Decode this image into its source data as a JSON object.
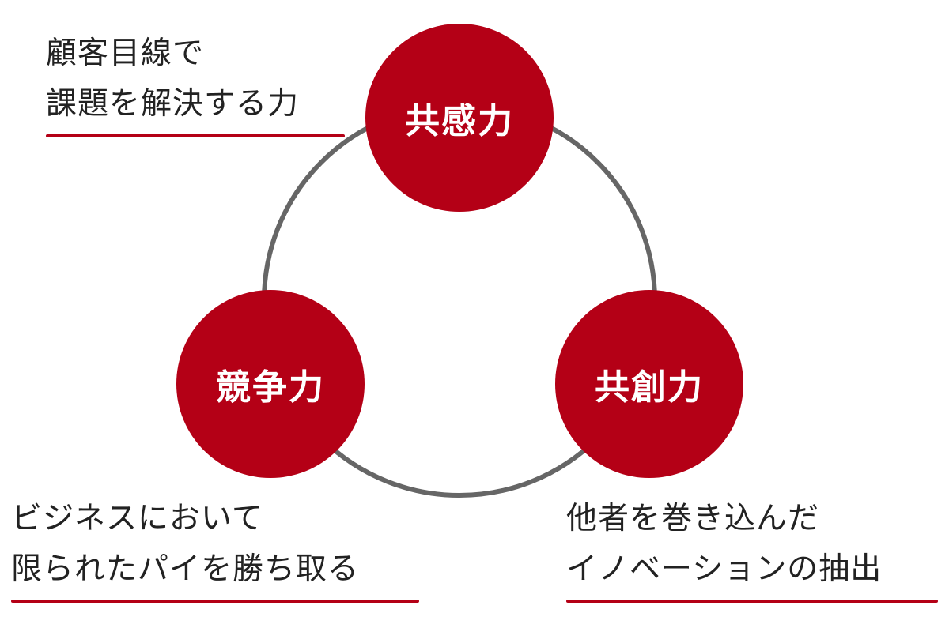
{
  "colors": {
    "accent": "#b40016",
    "ring": "#666666",
    "text": "#222222"
  },
  "nodes": {
    "top": {
      "label": "共感力"
    },
    "left": {
      "label": "競争力"
    },
    "right": {
      "label": "共創力"
    }
  },
  "captions": {
    "top": {
      "line1": "顧客目線で",
      "line2": "課題を解決する力"
    },
    "left": {
      "line1": "ビジネスにおいて",
      "line2": "限られたパイを勝ち取る"
    },
    "right": {
      "line1": "他者を巻き込んだ",
      "line2": "イノベーションの抽出"
    }
  }
}
